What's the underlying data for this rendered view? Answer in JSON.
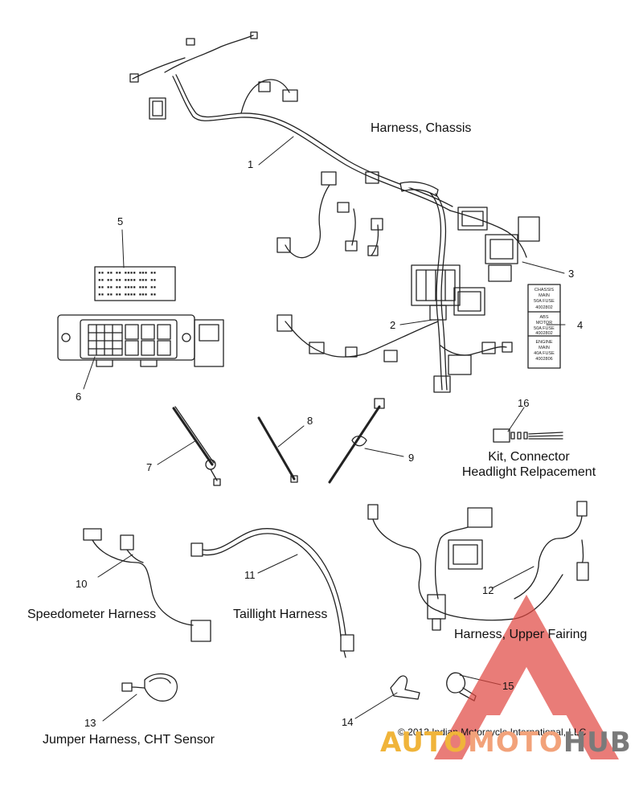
{
  "callouts": [
    "1",
    "2",
    "3",
    "4",
    "5",
    "6",
    "7",
    "8",
    "9",
    "10",
    "11",
    "12",
    "13",
    "14",
    "15",
    "16"
  ],
  "captions": {
    "harness_chassis": "Harness, Chassis",
    "kit_connector_line1": "Kit, Connector",
    "kit_connector_line2": "Headlight Relpacement",
    "speedometer": "Speedometer Harness",
    "taillight": "Taillight Harness",
    "upper_fairing": "Harness, Upper Fairing",
    "jumper": "Jumper Harness, CHT Sensor"
  },
  "copyright": "© 2013 Indian Motorcycle International, LLC",
  "watermark": {
    "part1": "AUTO",
    "part2": "MOTO",
    "part3": "HUB"
  },
  "fuse_label": {
    "lines": [
      "CHASSIS",
      "MAIN",
      "50A FUSE",
      "4002802",
      "ABS",
      "MOTOR",
      "50A FUSE",
      "4002802",
      "ENGINE",
      "MAIN",
      "40A FUSE",
      "4002806"
    ]
  },
  "colors": {
    "line": "#222222",
    "watermark_red": "#e0463f",
    "watermark_yellow": "#f0b43a",
    "watermark_gray": "#7a7a7a"
  }
}
